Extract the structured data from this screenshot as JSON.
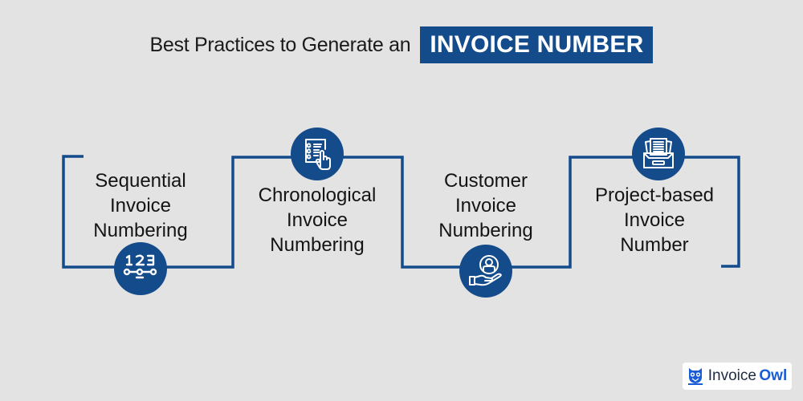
{
  "header": {
    "title_prefix": "Best Practices to Generate an",
    "title_highlight": "INVOICE NUMBER"
  },
  "steps": [
    {
      "label_lines": [
        "Sequential",
        "Invoice",
        "Numbering"
      ],
      "icon": "numbers-sequence-icon",
      "icon_position": "bottom"
    },
    {
      "label_lines": [
        "Chronological",
        "Invoice",
        "Numbering"
      ],
      "icon": "checklist-hand-icon",
      "icon_position": "top"
    },
    {
      "label_lines": [
        "Customer",
        "Invoice",
        "Numbering"
      ],
      "icon": "customer-hand-icon",
      "icon_position": "bottom"
    },
    {
      "label_lines": [
        "Project-based",
        "Invoice",
        "Number"
      ],
      "icon": "document-tray-icon",
      "icon_position": "top"
    }
  ],
  "logo": {
    "text_part1": "Invoice",
    "text_part2": "Owl",
    "icon": "owl-icon"
  },
  "colors": {
    "background": "#e3e3e3",
    "accent": "#134b8b",
    "text": "#141414",
    "logo_blue": "#1a5bd6"
  }
}
